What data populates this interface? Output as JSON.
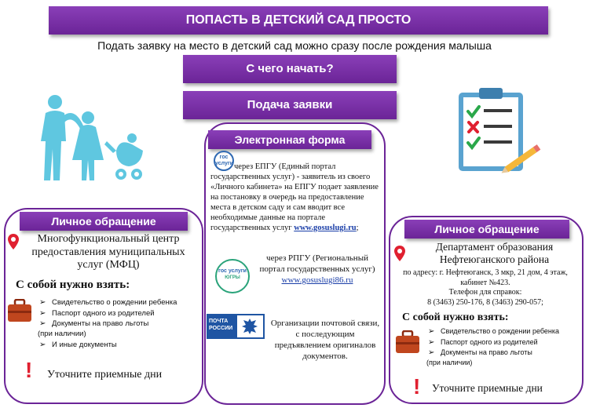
{
  "header": {
    "title": "ПОПАСТЬ В ДЕТСКИЙ САД ПРОСТО",
    "subtitle": "Подать заявку на место в детский сад  можно сразу после рождения малыша",
    "start_label": "С чего начать?",
    "apply_label": "Подача заявки"
  },
  "electronic": {
    "tag": "Электронная форма",
    "epgu_logo": "гос услуги",
    "epgu_text": "через ЕПГУ (Единый портал государственных услуг) - заявитель из своего «Личного кабинета» на ЕПГУ подает заявление на постановку в очередь на предоставление места в детском саду и сам вводит все необходимые данные на портале государственных услуг",
    "epgu_link": "www.gosuslugi.ru",
    "epgu_link_suffix": ";",
    "rpgu_logo": "гос услуги",
    "rpgu_logo_sub": "ЮГРЫ",
    "rpgu_text": "через РПГУ (Региональный портал государственных услуг)",
    "rpgu_link": "www.gosuslugi86.ru",
    "post_logo_line1": "ПОЧТА",
    "post_logo_line2": "РОССИИ",
    "post_text": "Организации почтовой связи, с последующим предъявлением оригиналов документов."
  },
  "left": {
    "tag": "Личное обращение",
    "place": "Многофункциональный центр предоставления муниципальных услуг (МФЦ)",
    "bring_title": "С собой нужно взять:",
    "items": [
      "Свидетельство о рождении ребенка",
      "Паспорт одного из родителей",
      "Документы на право льготы",
      "И иные документы"
    ],
    "note": "(при наличии)",
    "reminder": "Уточните приемные дни"
  },
  "right": {
    "tag": "Личное обращение",
    "place": "Департамент образования Нефтеюганского района",
    "address": "по адресу: г. Нефтеюганск, 3 мкр, 21 дом, 4 этаж, кабинет №423.",
    "phones_label": "Телефон для справок:",
    "phones": "8 (3463) 250-176, 8 (3463) 290-057;",
    "bring_title": "С собой нужно взять:",
    "items": [
      "Свидетельство о рождении ребенка",
      "Паспорт одного из родителей",
      "Документы на право льготы"
    ],
    "note": "(при наличии)",
    "reminder": "Уточните приемные дни"
  },
  "colors": {
    "accent": "#6b2497",
    "family": "#5fc7e0",
    "link": "#1a3ea8",
    "alert": "#e02030"
  }
}
